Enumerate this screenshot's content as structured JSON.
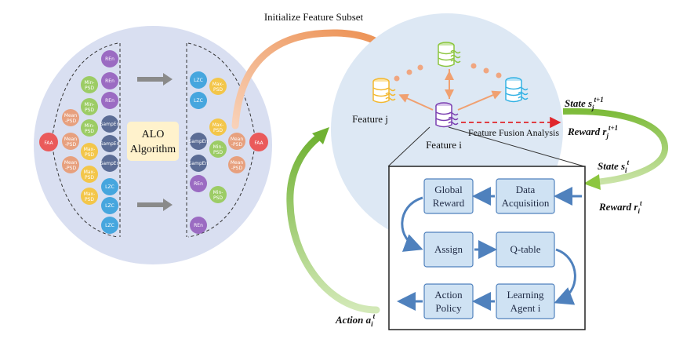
{
  "title_arrow_label": "Initialize Feature Subset",
  "algorithm_label_line1": "ALO",
  "algorithm_label_line2": "Algorithm",
  "end_node": "FAA",
  "left_column": [
    {
      "label": "REn",
      "color": "#9b6bc2"
    },
    {
      "label": "REn",
      "color": "#9b6bc2"
    },
    {
      "label": "REn",
      "color": "#9b6bc2"
    },
    {
      "label": "SampEn",
      "color": "#5b6c95"
    },
    {
      "label": "SampEn",
      "color": "#5b6c95"
    },
    {
      "label": "SampEn",
      "color": "#5b6c95"
    },
    {
      "label": "LZC",
      "color": "#46a6de"
    },
    {
      "label": "LZC",
      "color": "#46a6de"
    },
    {
      "label": "LZC",
      "color": "#46a6de"
    }
  ],
  "left_inner": [
    {
      "label": "Min-PSD",
      "color": "#9ccc65"
    },
    {
      "label": "Min-PSD",
      "color": "#9ccc65"
    },
    {
      "label": "Min-PSD",
      "color": "#9ccc65"
    },
    {
      "label": "Max-PSD",
      "color": "#f3c64a"
    },
    {
      "label": "Max-PSD",
      "color": "#f3c64a"
    },
    {
      "label": "Max-PSD",
      "color": "#f3c64a"
    }
  ],
  "left_outer": [
    {
      "label": "Mean-PSD",
      "color": "#e7a07e"
    },
    {
      "label": "Mean-PSD",
      "color": "#e7a07e"
    },
    {
      "label": "Mean-PSD",
      "color": "#e7a07e"
    }
  ],
  "right_column": [
    {
      "label": "LZC",
      "color": "#46a6de"
    },
    {
      "label": "LZC",
      "color": "#46a6de"
    },
    {
      "label": "SampEn",
      "color": "#5b6c95"
    },
    {
      "label": "SampEn",
      "color": "#5b6c95"
    },
    {
      "label": "REn",
      "color": "#9b6bc2"
    },
    {
      "label": "REn",
      "color": "#9b6bc2"
    }
  ],
  "right_inner": [
    {
      "label": "Max-PSD",
      "color": "#f3c64a"
    },
    {
      "label": "Max-PSD",
      "color": "#f3c64a"
    },
    {
      "label": "Min-PSD",
      "color": "#9ccc65"
    },
    {
      "label": "Min-PSD",
      "color": "#9ccc65"
    }
  ],
  "right_outer": [
    {
      "label": "Mean-PSD",
      "color": "#e7a07e"
    },
    {
      "label": "Mean-PSD",
      "color": "#e7a07e"
    }
  ],
  "feature_j": "Feature j",
  "feature_i": "Feature i",
  "fusion_label": "Feature Fusion Analysis",
  "state_j": "State",
  "reward_j": "Reward",
  "state_i": "State",
  "reward_i": "Reward",
  "action": "Action",
  "flow_boxes": {
    "global_reward_1": "Global",
    "global_reward_2": "Reward",
    "data_acq_1": "Data",
    "data_acq_2": "Acquisition",
    "assign": "Assign",
    "qtable": "Q-table",
    "action_policy_1": "Action",
    "action_policy_2": "Policy",
    "learning_agent_1": "Learning",
    "learning_agent_2": "Agent i"
  },
  "colors": {
    "big_circle": "#d9dff1",
    "env_circle": "#dde8f4",
    "box_fill": "#cfe2f3",
    "box_stroke": "#4f81bd",
    "green_arrow": "#8cc63f",
    "orange_arrow": "#f0a070",
    "fusion_arrow": "#e0262b"
  }
}
